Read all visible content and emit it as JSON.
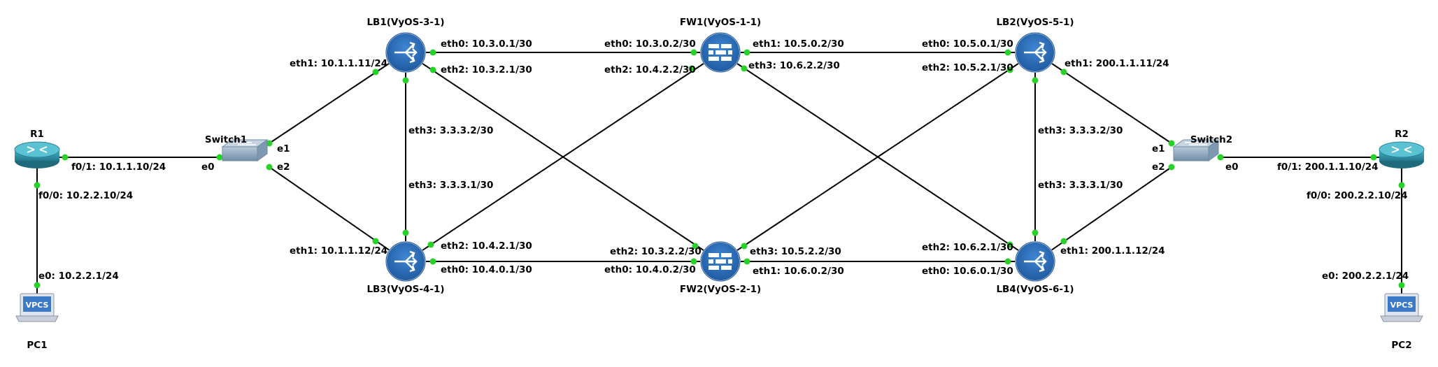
{
  "colors": {
    "link": "#000000",
    "port_dot": "#28d128",
    "router_body": "#2f93a8",
    "lb_blue": "#2a6db5",
    "fw_blue": "#2a6db5",
    "switch_body": "#8aa6be",
    "vpcs_blue": "#3d7ac6"
  },
  "nodes": {
    "r1": {
      "name": "R1",
      "icon": "router-icon"
    },
    "r2": {
      "name": "R2",
      "icon": "router-icon"
    },
    "pc1": {
      "name": "PC1",
      "icon": "vpcs-icon",
      "badge": "VPCS"
    },
    "pc2": {
      "name": "PC2",
      "icon": "vpcs-icon",
      "badge": "VPCS"
    },
    "sw1": {
      "name": "Switch1",
      "icon": "switch-icon"
    },
    "sw2": {
      "name": "Switch2",
      "icon": "switch-icon"
    },
    "lb1": {
      "name": "LB1(VyOS-3-1)",
      "icon": "load-balancer-icon"
    },
    "lb2": {
      "name": "LB2(VyOS-5-1)",
      "icon": "load-balancer-icon"
    },
    "lb3": {
      "name": "LB3(VyOS-4-1)",
      "icon": "load-balancer-icon"
    },
    "lb4": {
      "name": "LB4(VyOS-6-1)",
      "icon": "load-balancer-icon"
    },
    "fw1": {
      "name": "FW1(VyOS-1-1)",
      "icon": "firewall-icon"
    },
    "fw2": {
      "name": "FW2(VyOS-2-1)",
      "icon": "firewall-icon"
    }
  },
  "links": [
    {
      "id": "r1-sw1",
      "a": "r1",
      "b": "sw1",
      "a_label": "f0/1: 10.1.1.10/24",
      "b_label": "e0"
    },
    {
      "id": "r1-pc1",
      "a": "r1",
      "b": "pc1",
      "a_label": "f0/0: 10.2.2.10/24",
      "b_label": "e0: 10.2.2.1/24"
    },
    {
      "id": "sw1-lb1",
      "a": "sw1",
      "b": "lb1",
      "a_label": "e1",
      "b_label": "eth1: 10.1.1.11/24"
    },
    {
      "id": "sw1-lb3",
      "a": "sw1",
      "b": "lb3",
      "a_label": "e2",
      "b_label": "eth1: 10.1.1.12/24"
    },
    {
      "id": "lb1-fw1",
      "a": "lb1",
      "b": "fw1",
      "a_label": "eth0: 10.3.0.1/30",
      "b_label": "eth0: 10.3.0.2/30"
    },
    {
      "id": "lb1-fw2",
      "a": "lb1",
      "b": "fw2",
      "a_label": "eth2: 10.3.2.1/30",
      "b_label": "eth2: 10.3.2.2/30"
    },
    {
      "id": "lb1-lb3",
      "a": "lb1",
      "b": "lb3",
      "a_label": "eth3: 3.3.3.2/30",
      "b_label": "eth3: 3.3.3.1/30"
    },
    {
      "id": "lb3-fw1",
      "a": "lb3",
      "b": "fw1",
      "a_label": "eth2: 10.4.2.1/30",
      "b_label": "eth2: 10.4.2.2/30"
    },
    {
      "id": "lb3-fw2",
      "a": "lb3",
      "b": "fw2",
      "a_label": "eth0: 10.4.0.1/30",
      "b_label": "eth0: 10.4.0.2/30"
    },
    {
      "id": "fw1-lb2",
      "a": "fw1",
      "b": "lb2",
      "a_label": "eth1: 10.5.0.2/30",
      "b_label": "eth0: 10.5.0.1/30"
    },
    {
      "id": "fw1-lb4",
      "a": "fw1",
      "b": "lb4",
      "a_label": "eth3: 10.6.2.2/30",
      "b_label": "eth2: 10.6.2.1/30"
    },
    {
      "id": "fw2-lb2",
      "a": "fw2",
      "b": "lb2",
      "a_label": "eth3: 10.5.2.2/30",
      "b_label": "eth2: 10.5.2.1/30"
    },
    {
      "id": "fw2-lb4",
      "a": "fw2",
      "b": "lb4",
      "a_label": "eth1: 10.6.0.2/30",
      "b_label": "eth0: 10.6.0.1/30"
    },
    {
      "id": "lb2-lb4",
      "a": "lb2",
      "b": "lb4",
      "a_label": "eth3: 3.3.3.2/30",
      "b_label": "eth3: 3.3.3.1/30"
    },
    {
      "id": "lb2-sw2",
      "a": "lb2",
      "b": "sw2",
      "a_label": "eth1: 200.1.1.11/24",
      "b_label": "e1"
    },
    {
      "id": "lb4-sw2",
      "a": "lb4",
      "b": "sw2",
      "a_label": "eth1: 200.1.1.12/24",
      "b_label": "e2"
    },
    {
      "id": "sw2-r2",
      "a": "sw2",
      "b": "r2",
      "a_label": "e0",
      "b_label": "f0/1: 200.1.1.10/24"
    },
    {
      "id": "r2-pc2",
      "a": "r2",
      "b": "pc2",
      "a_label": "f0/0: 200.2.2.10/24",
      "b_label": "e0: 200.2.2.1/24"
    }
  ]
}
